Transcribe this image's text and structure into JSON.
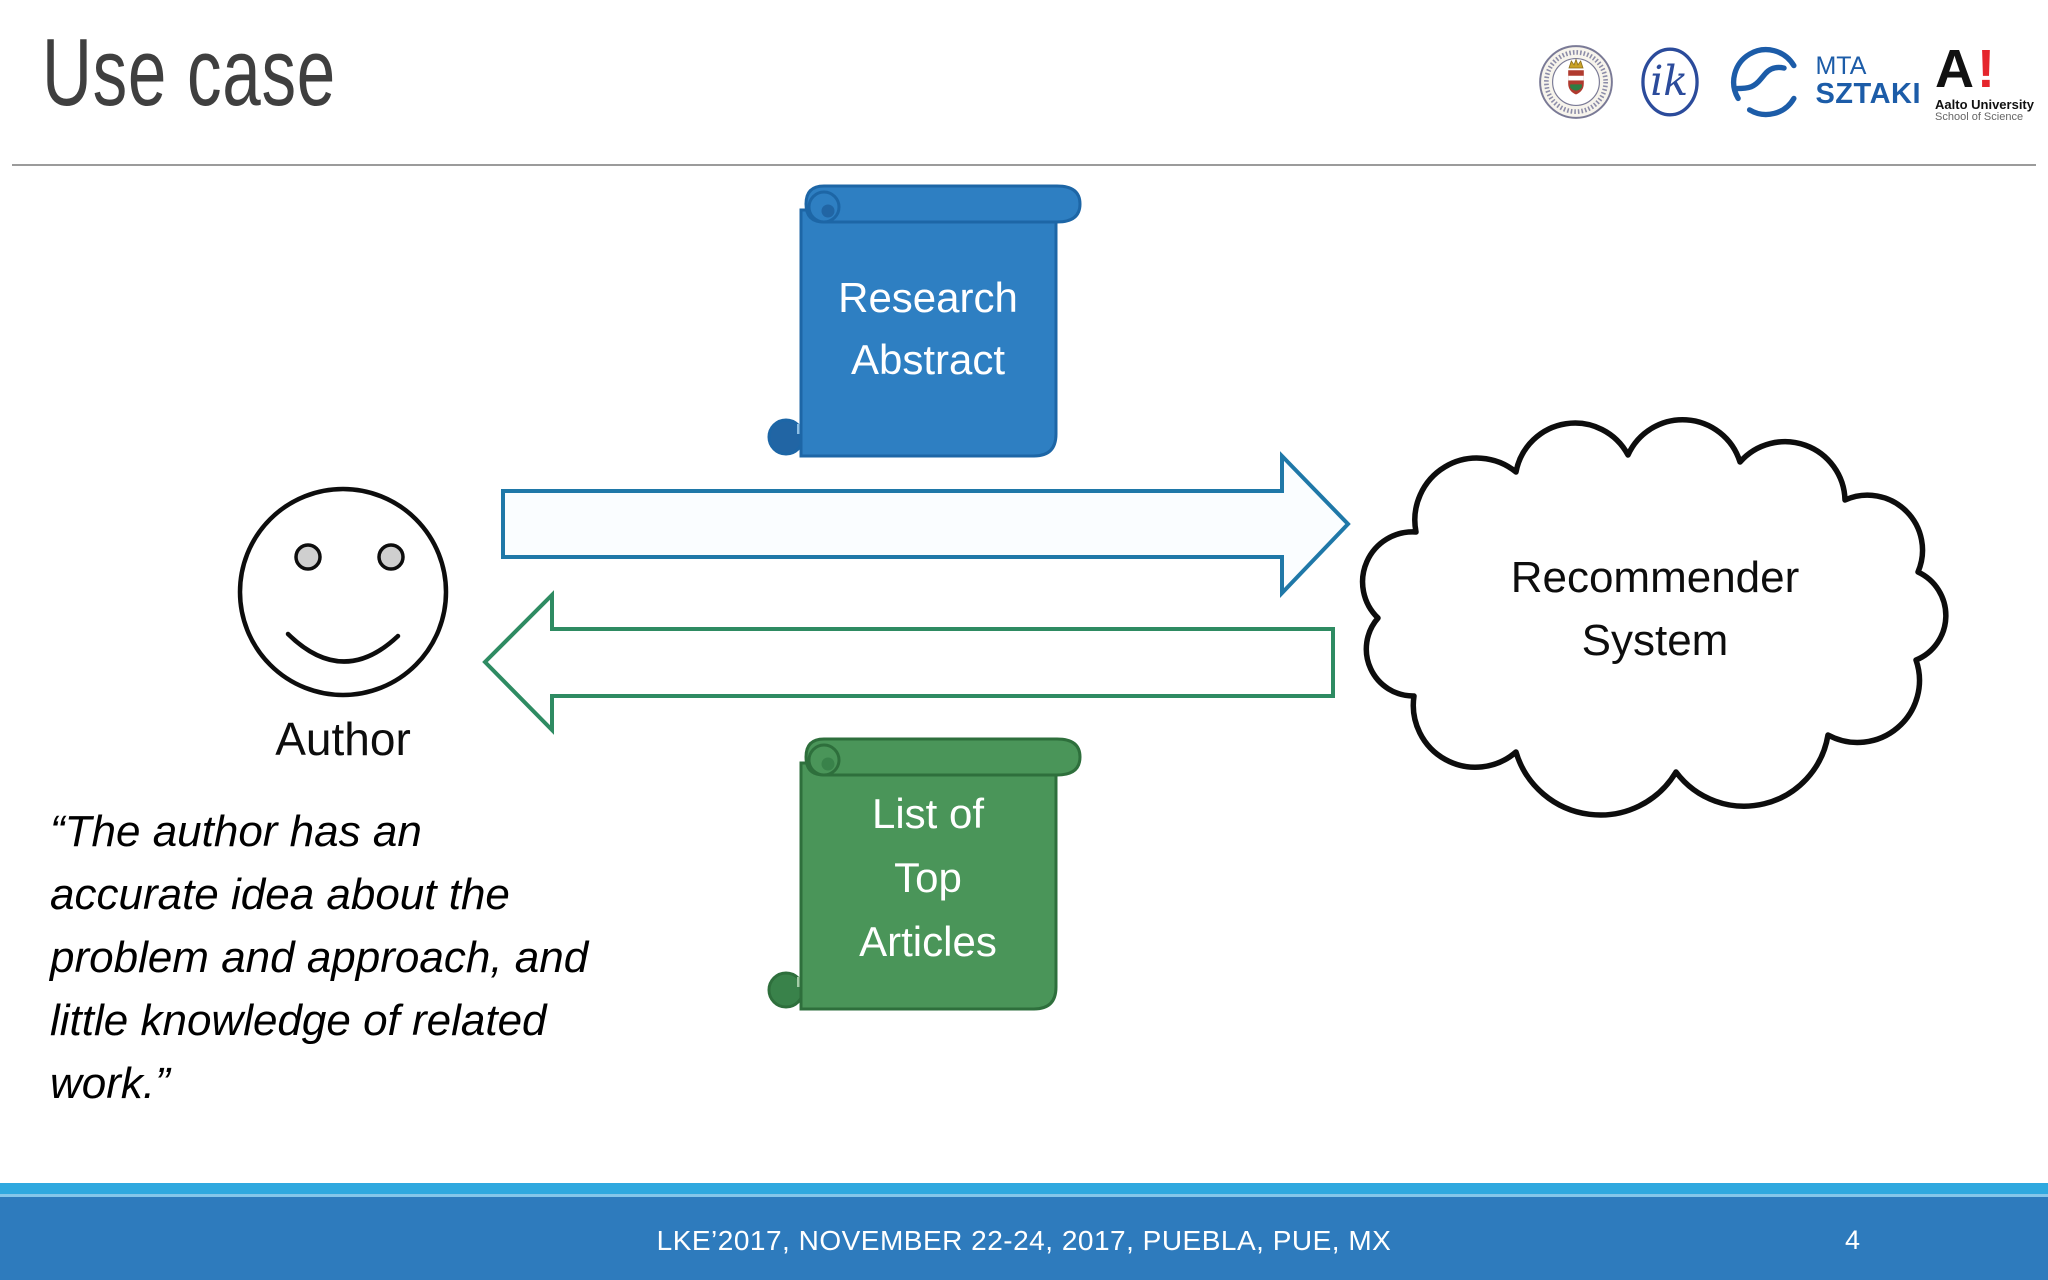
{
  "slide": {
    "title": "Use case",
    "footer_text": "LKE’2017, NOVEMBER 22-24, 2017, PUEBLA, PUE, MX",
    "page_number": "4"
  },
  "header_logos": {
    "ik_text": "ik",
    "mta_line1": "MTA",
    "mta_line2": "SZTAKI",
    "aalto_a": "A",
    "aalto_bang": "!",
    "aalto_line1": "Aalto University",
    "aalto_line2": "School of Science"
  },
  "diagram": {
    "top_scroll_lines": [
      "Research",
      "Abstract"
    ],
    "bottom_scroll_lines": [
      "List of",
      "Top",
      "Articles"
    ],
    "cloud_lines": [
      "Recommender",
      "System"
    ],
    "author_label": "Author",
    "quote_lines": [
      "“The author has an",
      "accurate idea about the",
      "problem and approach, and",
      "little knowledge of related",
      "work.”"
    ]
  },
  "colors": {
    "title_gray": "#3F3F3F",
    "rule_gray": "#9B9B9B",
    "scroll_blue": "#2E7FC2",
    "scroll_blue_border": "#1D66A6",
    "scroll_blue_dark": "#2165A4",
    "scroll_blue_highlight": "#8FBFE4",
    "scroll_green": "#4A9559",
    "scroll_green_border": "#2E6F3C",
    "scroll_green_dark": "#39824A",
    "scroll_green_highlight": "#A5CDA8",
    "arrow_blue": "#1F78A8",
    "arrow_green": "#2E8B62",
    "ink_black": "#111111",
    "footer_strip": "#2FA8DF",
    "footer_strip_light": "#85C6EA",
    "footer_bar": "#2E7BBD",
    "sztaki_blue": "#1C5CA8",
    "ik_blue": "#2B4B9B",
    "aalto_red": "#E5252C"
  }
}
